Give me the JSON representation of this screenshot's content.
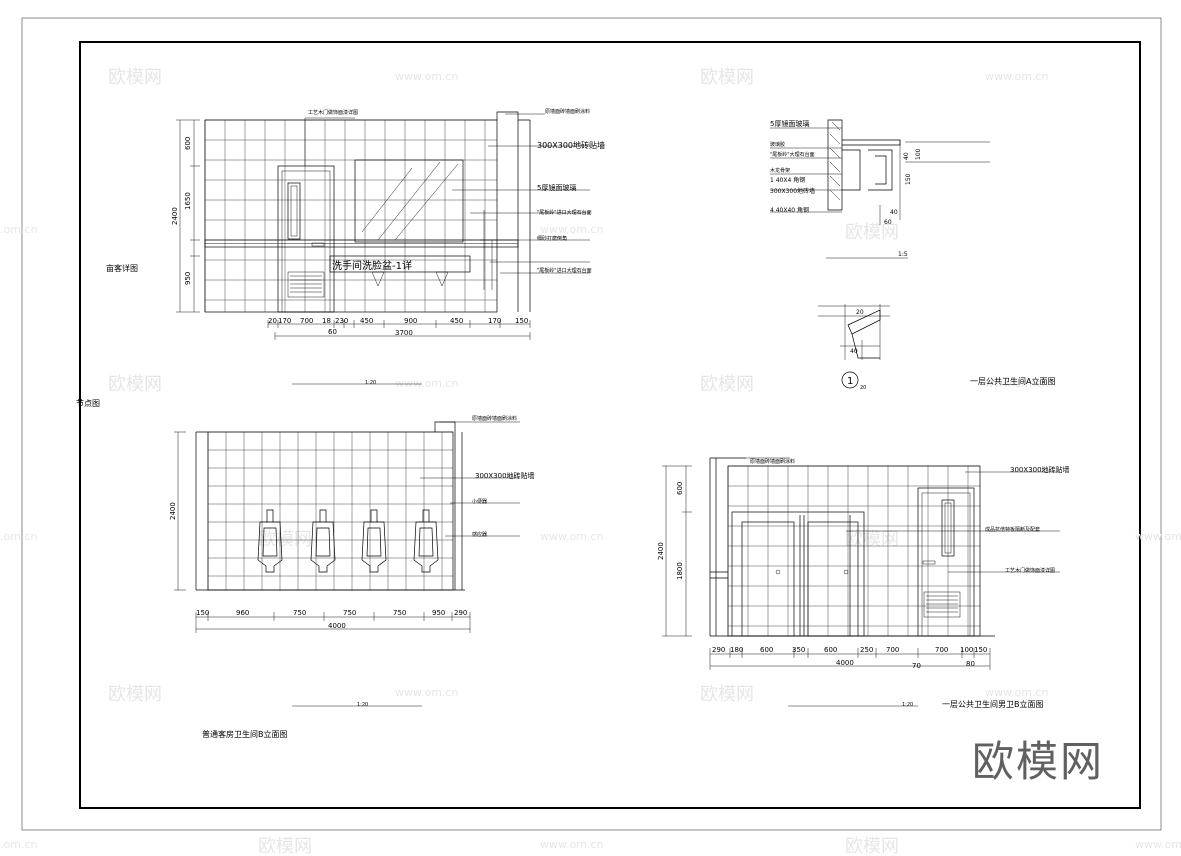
{
  "brand": {
    "logo_text": "欧模网"
  },
  "watermarks": {
    "brand": "欧模网",
    "url": "www.om.cn",
    "url_short": ".om.cn"
  },
  "drawings": {
    "elev_a": {
      "side_label": "亩客详图",
      "scale": "1:20",
      "dims_bottom": [
        "20",
        "170",
        "700",
        "18",
        "230",
        "450",
        "900",
        "450",
        "170",
        "150"
      ],
      "dims_total": "3700",
      "dims_sub": "60",
      "dims_left": [
        "600",
        "1650",
        "2400",
        "950"
      ],
      "basin_label": "洗手间洗脸盆-1详",
      "leaders": [
        "工艺木门做饰面漆详图",
        "原墙面砖墙面刷涂料",
        "300X300地砖贴墙",
        "5厚镜面玻璃",
        "\"尾板岭\"进口大理石台面",
        "细砂打磨倒角",
        "\"尾板岭\"进口大理石台面"
      ]
    },
    "detail_1": {
      "label": "1",
      "sub": "20"
    },
    "detail_top_right": {
      "scale": "1:5",
      "labels": [
        "5厚镜面玻璃",
        "玻璃胶",
        "\"尾板岭\"大理石台面",
        "木龙骨架",
        "1 40X4 角钢",
        "300X300地砖墙",
        "4 40X40 角钢"
      ],
      "dims": [
        "150",
        "40",
        "40",
        "60",
        "100"
      ]
    },
    "node_label": "节点图",
    "title_a": "一层公共卫生间A立面图",
    "elev_b": {
      "scale": "1:20",
      "title": "普通客房卫生间B立面图",
      "dims_bottom": [
        "150",
        "960",
        "750",
        "750",
        "750",
        "950",
        "290"
      ],
      "dims_total": "4000",
      "dim_left": "2400",
      "leaders": [
        "原墙面砖墙面刷涂料",
        "300X300地砖贴墙",
        "小便器",
        "感应器"
      ]
    },
    "elev_c": {
      "scale": "1:20",
      "title": "一层公共卫生间男卫B立面图",
      "dims_bottom": [
        "290",
        "180",
        "600",
        "350",
        "600",
        "250",
        "700",
        "700",
        "100",
        "150"
      ],
      "dims_total": "4000",
      "dims_sub": [
        "70",
        "80"
      ],
      "dims_left": [
        "600",
        "2400",
        "1800"
      ],
      "leaders": [
        "原墙面砖墙面刷涂料",
        "300X300地砖贴墙",
        "成品抗倍特板隔断及配套",
        "工艺木门做饰面漆详图"
      ]
    }
  }
}
